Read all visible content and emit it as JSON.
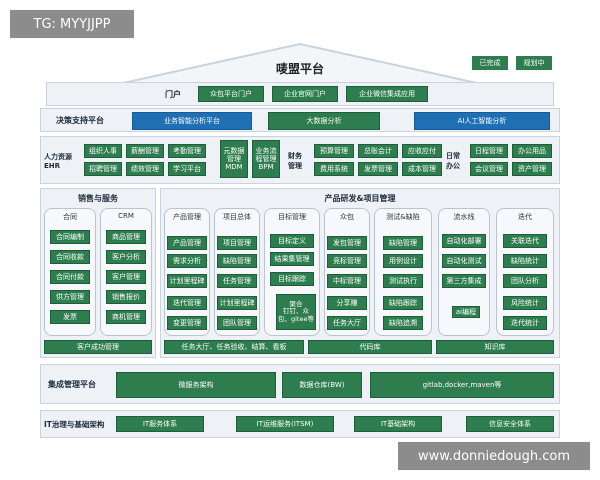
{
  "watermark_top": "TG: MYYJJPP",
  "watermark_bottom": "www.donniedough.com",
  "title": "唛盟平台",
  "legend": {
    "done": "已完成",
    "planned": "规划中"
  },
  "portal": {
    "label": "门户",
    "items": [
      "众包平台门户",
      "企业官网门户",
      "企业微信集成应用"
    ]
  },
  "decision": {
    "label": "决策支持平台",
    "items": [
      "业务智能分析平台",
      "大数据分析",
      "AI人工智能分析"
    ]
  },
  "hr": {
    "label": "人力资源\nEHR",
    "items": [
      "组织人事",
      "薪酬管理",
      "考勤管理",
      "招聘管理",
      "绩效管理",
      "学习平台"
    ]
  },
  "mdm": "元数据\n管理\nMDM",
  "bpm": "业务流\n程管理\nBPM",
  "finance": {
    "label": "财务\n管理",
    "items": [
      "预算管理",
      "总账会计",
      "应收应付",
      "费用系统",
      "发票管理",
      "成本管理"
    ]
  },
  "office": {
    "label": "日常\n办公",
    "items": [
      "日程管理",
      "办公用品",
      "会议管理",
      "资产管理"
    ]
  },
  "sales": {
    "label": "销售与服务",
    "contract": {
      "title": "合同",
      "items": [
        "合同编制",
        "合同收款",
        "合同付款",
        "供方管理",
        "发票"
      ]
    },
    "crm": {
      "title": "CRM",
      "items": [
        "商品管理",
        "客户分析",
        "客户管理",
        "销售报价",
        "商机管理"
      ]
    },
    "footer": "客户成功管理"
  },
  "rd": {
    "label": "产品研发&项目管理",
    "product": {
      "title": "产品管理",
      "items": [
        "产品管理",
        "需求分析",
        "计划里程碑",
        "迭代管理",
        "变更管理"
      ]
    },
    "project": {
      "title": "项目总体",
      "items": [
        "项目管理",
        "缺陷管理",
        "任务管理",
        "计划里程碑",
        "团队管理"
      ]
    },
    "goal": {
      "title": "目标管理",
      "items": [
        "目标定义",
        "结果集管理",
        "目标跟踪"
      ],
      "extra": "聚合\n钉钉、众\n包、gitee等"
    },
    "crowd": {
      "title": "众包",
      "items": [
        "发包管理",
        "竞标管理",
        "中标管理",
        "分享赚",
        "任务大厅"
      ]
    },
    "test": {
      "title": "测试&缺陷",
      "items": [
        "缺陷管理",
        "用例设计",
        "测试执行",
        "缺陷跟踪",
        "缺陷追溯"
      ]
    },
    "pipeline": {
      "title": "流水线",
      "items": [
        "自动化部署",
        "自动化测试",
        "第三方集成"
      ],
      "extra": "ai编程"
    },
    "iter": {
      "title": "迭代",
      "items": [
        "关联迭代",
        "缺陷统计",
        "团队分析",
        "风险统计",
        "迭代统计"
      ]
    },
    "footer1": "任务大厅、任务验收、结算、看板",
    "footer2": "代码库",
    "footer3": "知识库"
  },
  "integration": {
    "label": "集成管理平台",
    "items": [
      "微服务架构",
      "数据仓库(BW)",
      "gitlab,docker,maven等"
    ]
  },
  "infra": {
    "label": "IT治理与基础架构",
    "items": [
      "IT服务体系",
      "IT运维服务(ITSM)",
      "IT基础架构",
      "信息安全体系"
    ]
  }
}
